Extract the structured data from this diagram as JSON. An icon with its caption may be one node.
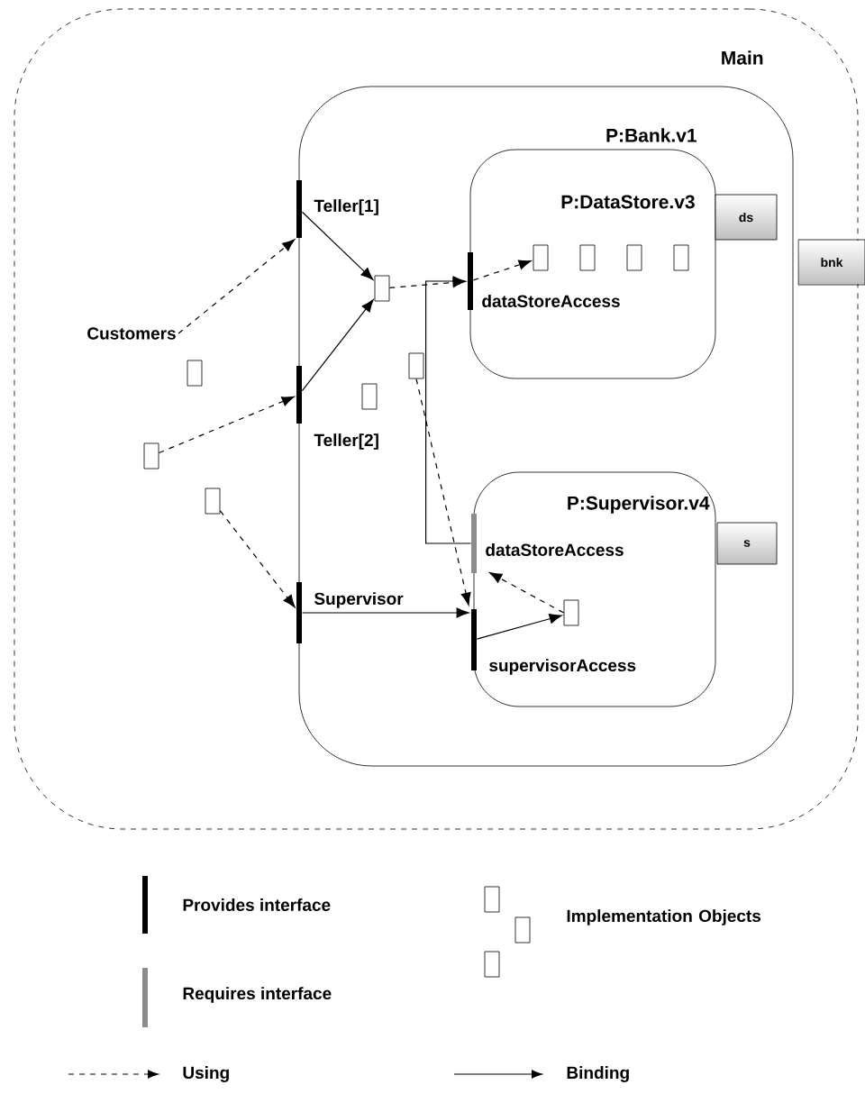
{
  "diagram": {
    "nodes": [
      {
        "text": [
          "Main"
        ]
      },
      {
        "text": [
          "P:Bank.v1"
        ],
        "in": 0
      },
      {
        "text": [
          "P:DataStore.v3"
        ],
        "in": 1
      },
      {
        "text": [
          "P:Supervisor.v4"
        ],
        "in": 1
      },
      {
        "text": [
          "ds"
        ],
        "in": 1
      },
      {
        "text": [
          "bnk"
        ],
        "in": 0
      },
      {
        "text": [
          "s"
        ],
        "in": 1
      },
      {
        "text": [
          "Customers"
        ],
        "in": 0
      },
      {
        "text": [
          "Teller[1]"
        ],
        "in": 0
      },
      {
        "text": [
          "Teller[2]"
        ],
        "in": 0
      },
      {
        "text": [
          "Supervisor"
        ],
        "in": 0
      },
      {
        "text": [
          "dataStoreAccess"
        ],
        "in": 2
      },
      {
        "text": [
          "dataStoreAccess"
        ],
        "in": 3
      },
      {
        "text": [
          "supervisorAccess"
        ],
        "in": 3
      },
      {
        "text": [],
        "shape": "box",
        "in": 2
      },
      {
        "text": [],
        "shape": "box",
        "in": 2
      },
      {
        "text": [],
        "shape": "box",
        "in": 2
      },
      {
        "text": [],
        "shape": "box",
        "in": 2
      },
      {
        "text": [],
        "shape": "box",
        "in": 1
      },
      {
        "text": [],
        "shape": "box",
        "in": 0
      },
      {
        "text": [],
        "shape": "box",
        "in": 1
      },
      {
        "text": [],
        "shape": "box",
        "in": 1
      },
      {
        "text": [],
        "shape": "box",
        "in": 0
      },
      {
        "text": [],
        "shape": "box",
        "in": 0
      },
      {
        "text": [],
        "shape": "box",
        "in": 3
      }
    ],
    "edges": [
      {
        "from": 7,
        "to": 8,
        "arrow": "to",
        "style": "dashed"
      },
      {
        "from": 22,
        "to": 9,
        "arrow": "to",
        "style": "dashed"
      },
      {
        "from": 23,
        "to": 10,
        "arrow": "to",
        "style": "dashed"
      },
      {
        "from": 8,
        "to": 18,
        "arrow": "to"
      },
      {
        "from": 9,
        "to": 18,
        "arrow": "to"
      },
      {
        "from": 18,
        "to": 11,
        "arrow": "to",
        "style": "dashed"
      },
      {
        "from": 12,
        "to": 11,
        "arrow": "to"
      },
      {
        "from": 20,
        "to": 13,
        "arrow": "to",
        "style": "dashed"
      },
      {
        "from": 10,
        "to": 13,
        "arrow": "to"
      },
      {
        "from": 11,
        "to": 14,
        "arrow": "to",
        "style": "dashed"
      },
      {
        "from": 24,
        "to": 12,
        "arrow": "to",
        "style": "dashed"
      },
      {
        "from": 13,
        "to": 24,
        "arrow": "to"
      }
    ],
    "legend": [
      {
        "text": "Provides interface"
      },
      {
        "text": "Requires interface"
      },
      {
        "text": "Implementation Objects"
      },
      {
        "text": "Using"
      },
      {
        "text": "Binding"
      }
    ]
  }
}
